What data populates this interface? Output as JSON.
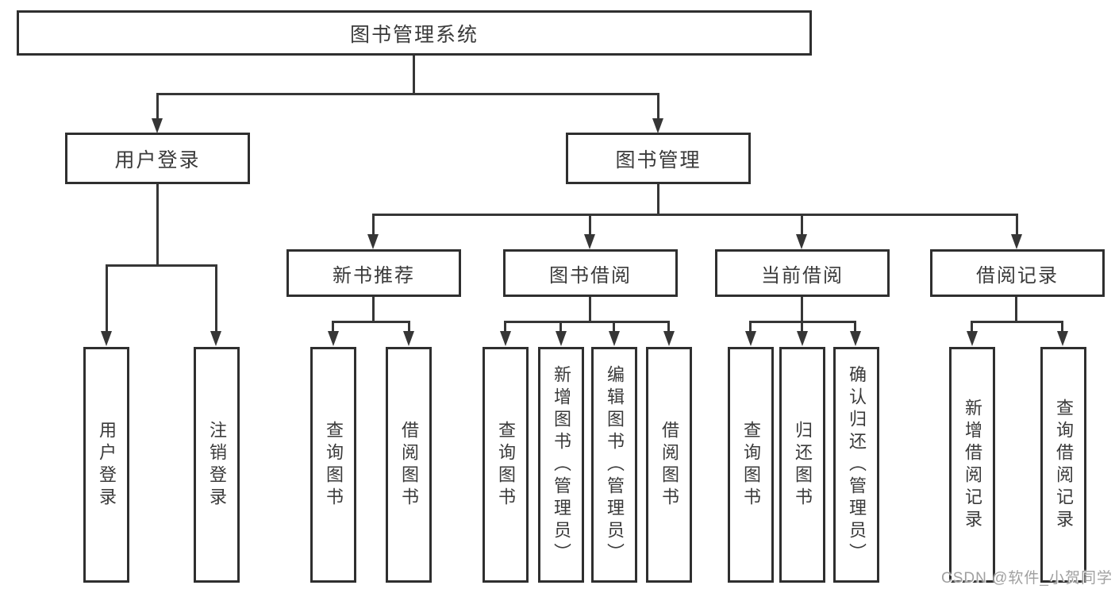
{
  "tree": {
    "root": {
      "label": "图书管理系统"
    },
    "branches": [
      {
        "label": "用户登录",
        "children": [
          {
            "label": "用户登录"
          },
          {
            "label": "注销登录"
          }
        ]
      },
      {
        "label": "图书管理",
        "groups": [
          {
            "label": "新书推荐",
            "children": [
              {
                "label": "查询图书"
              },
              {
                "label": "借阅图书"
              }
            ]
          },
          {
            "label": "图书借阅",
            "children": [
              {
                "label": "查询图书"
              },
              {
                "label": "新增图书（管理员）"
              },
              {
                "label": "编辑图书（管理员）"
              },
              {
                "label": "借阅图书"
              }
            ]
          },
          {
            "label": "当前借阅",
            "children": [
              {
                "label": "查询图书"
              },
              {
                "label": "归还图书"
              },
              {
                "label": "确认归还（管理员）"
              }
            ]
          },
          {
            "label": "借阅记录",
            "children": [
              {
                "label": "新增借阅记录"
              },
              {
                "label": "查询借阅记录"
              }
            ]
          }
        ]
      }
    ]
  },
  "watermark": {
    "text": "CSDN @软件_小贺同学"
  },
  "colors": {
    "line": "#363636",
    "border": "#2f2f2f",
    "text": "#3a3a3a",
    "watermark": "#a0a0a0",
    "background": "#ffffff"
  }
}
